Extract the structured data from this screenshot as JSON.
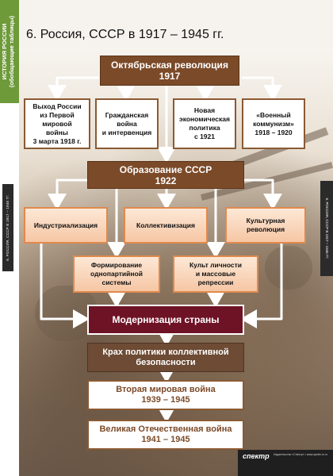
{
  "series": {
    "label": "ИСТОРИЯ РОССИИ (обобщающие таблицы)",
    "side_code": "6. РОССИЯ, СССР В 1917 – 1945 ГГ.",
    "right_code": "6. РОССИЯ, СССР В 1917 – 1945 ГГ."
  },
  "title": "6. Россия, СССР в 1917 – 1945 гг.",
  "nodes": {
    "october": "Октябрьская революция\n1917",
    "exit_war": "Выход России\nиз Первой\nмировой\nвойны\n3 марта 1918 г.",
    "civil_war": "Гражданская\nвойна\nи интервенция",
    "nep": "Новая\nэкономическая\nполитика\nс 1921",
    "war_communism": "«Военный\nкоммунизм»\n1918 – 1920",
    "ussr": "Образование СССР\n1922",
    "industrialization": "Индустриализация",
    "collectivization": "Коллективизация",
    "cultural_revolution": "Культурная\nреволюция",
    "one_party": "Формирование\nоднопартийной\nсистемы",
    "personality_cult": "Культ личности\nи массовые\nрепрессии",
    "modernization": "Модернизация страны",
    "collective_security": "Крах политики коллективной\nбезопасности",
    "ww2": "Вторая мировая война\n1939 – 1945",
    "great_patriotic": "Великая Отечественная война\n1941 – 1945"
  },
  "footer": {
    "logo": "спектр",
    "text": "Издательство «Спектр» • www.spektr-m.ru"
  },
  "colors": {
    "brown": "#7b4a28",
    "maroon": "#6e1326",
    "peach_border": "#e08a4d",
    "green": "#6e9a3a"
  }
}
